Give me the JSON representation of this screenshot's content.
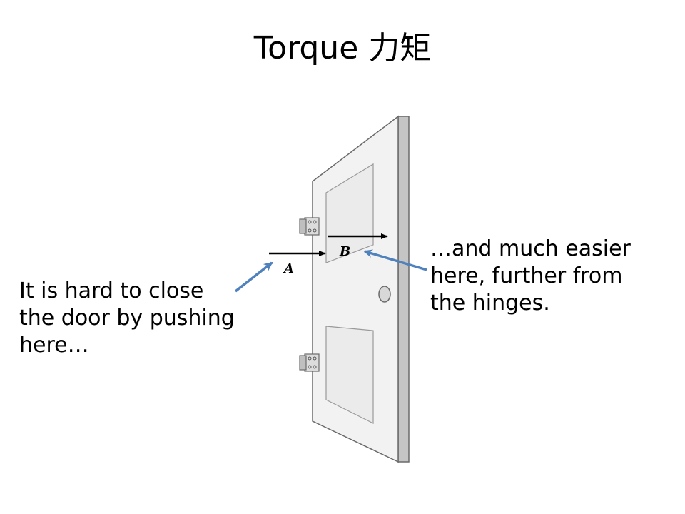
{
  "title": "Torque  力矩",
  "captions": {
    "left": [
      "It is hard to close",
      "the door by pushing",
      "here…"
    ],
    "right": [
      "…and much easier",
      "here, further from",
      "the hinges."
    ]
  },
  "figure": {
    "labels": {
      "a": "A",
      "b": "B"
    },
    "colors": {
      "pointer_arrow": "#4f81bd",
      "door_face": "#f2f2f2",
      "door_edge": "#c4c4c4",
      "outline": "#6a6a6a",
      "force_arrow": "#000000"
    }
  }
}
